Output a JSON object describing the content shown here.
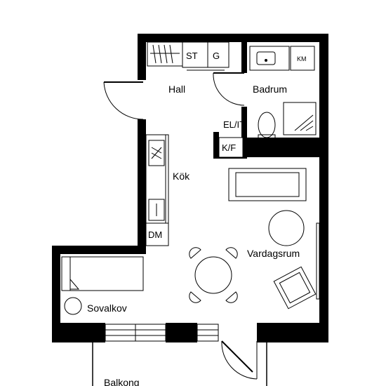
{
  "rooms": {
    "hall": "Hall",
    "badrum": "Badrum",
    "kok": "Kök",
    "vardagsrum": "Vardagsrum",
    "sovalkov": "Sovalkov",
    "balkong": "Balkong"
  },
  "fixtures": {
    "st": "ST",
    "g": "G",
    "km": "KM",
    "el_it": "EL/IT",
    "kf": "K/F",
    "dm": "DM"
  },
  "colors": {
    "wall": "#000000",
    "line": "#000000",
    "background": "#ffffff"
  }
}
